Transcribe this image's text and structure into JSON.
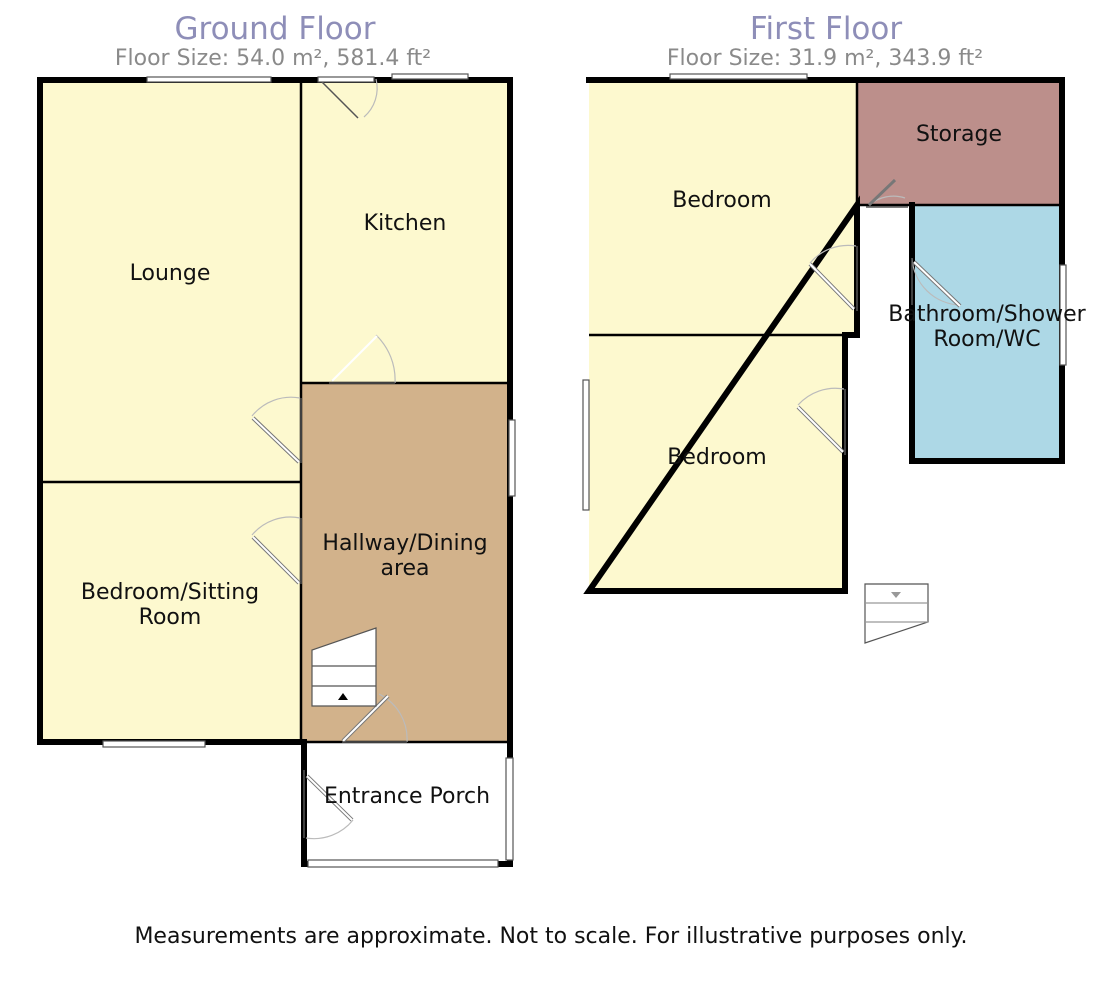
{
  "ground_floor": {
    "title": "Ground Floor",
    "size": "Floor Size: 54.0 m², 581.4 ft²",
    "rooms": {
      "lounge": "Lounge",
      "kitchen": "Kitchen",
      "hallway_1": "Hallway/Dining",
      "hallway_2": "area",
      "bedroom_sitting_1": "Bedroom/Sitting",
      "bedroom_sitting_2": "Room",
      "porch": "Entrance Porch"
    }
  },
  "first_floor": {
    "title": "First Floor",
    "size": "Floor Size: 31.9 m², 343.9 ft²",
    "rooms": {
      "bedroom_1": "Bedroom",
      "bedroom_2": "Bedroom",
      "storage": "Storage",
      "bathroom_1": "Bathroom/Shower",
      "bathroom_2": "Room/WC"
    }
  },
  "footer": {
    "disclaimer": "Measurements are approximate. Not to scale. For illustrative purposes only."
  },
  "colors": {
    "title": "#8e8eb8",
    "subtitle": "#8a8a8a",
    "living_room": "#fdf9cf",
    "hallway": "#d2b28b",
    "storage": "#bc8f8b",
    "bathroom": "#add8e6",
    "porch": "#ffffff",
    "wall": "#000000"
  }
}
